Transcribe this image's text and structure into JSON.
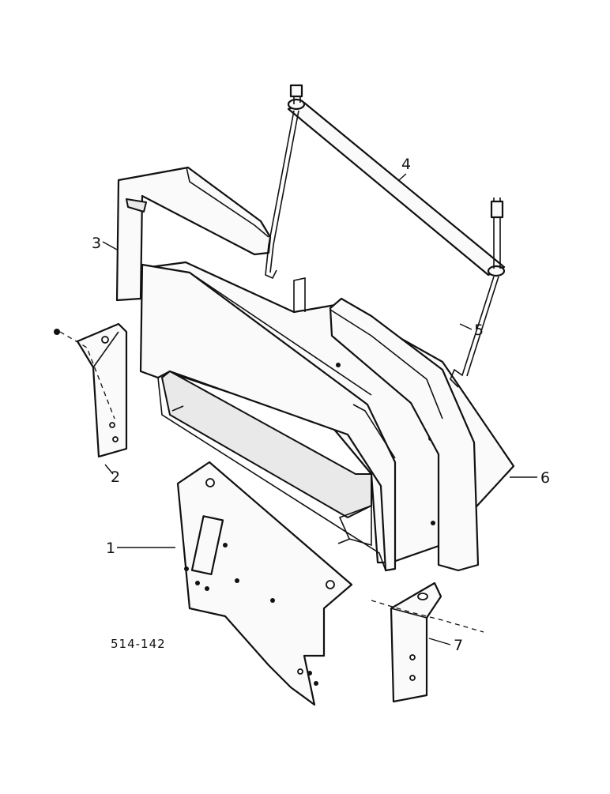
{
  "labels": {
    "part_1": "1",
    "part_2": "2",
    "part_3": "3",
    "part_4": "4",
    "part_5": "5",
    "part_6": "6",
    "part_7": "7"
  },
  "drawing_code": "514-142"
}
